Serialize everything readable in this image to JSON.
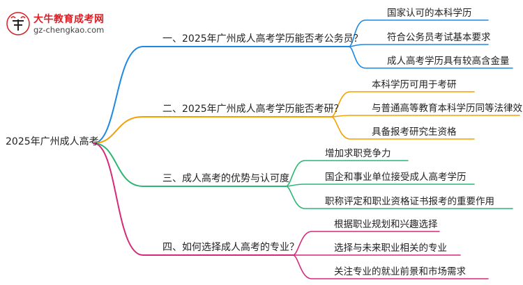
{
  "logo": {
    "title": "大牛教育成考网",
    "url": "gz-chengkao.com"
  },
  "root": {
    "label": "2025年广州成人高考"
  },
  "branches": [
    {
      "label": "一、2025年广州成人高考学历能否考公务员？",
      "color": "#1e88e5",
      "leaves": [
        "国家认可的本科学历",
        "符合公务员考试基本要求",
        "成人高考学历具有较高含金量"
      ]
    },
    {
      "label": "二、2025年广州成人高考学历能否考研？",
      "color": "#f4a100",
      "leaves": [
        "本科学历可用于考研",
        "与普通高等教育本科学历同等法律效力",
        "具备报考研究生资格"
      ]
    },
    {
      "label": "三、成人高考的优势与认可度",
      "color": "#2bb673",
      "leaves": [
        "增加求职竞争力",
        "国企和事业单位接受成人高考学历",
        "职称评定和职业资格证书报考的重要作用"
      ]
    },
    {
      "label": "四、如何选择成人高考的专业？",
      "color": "#d6297a",
      "leaves": [
        "根据职业规划和兴趣选择",
        "选择与未来职业相关的专业",
        "关注专业的就业前景和市场需求"
      ]
    }
  ]
}
